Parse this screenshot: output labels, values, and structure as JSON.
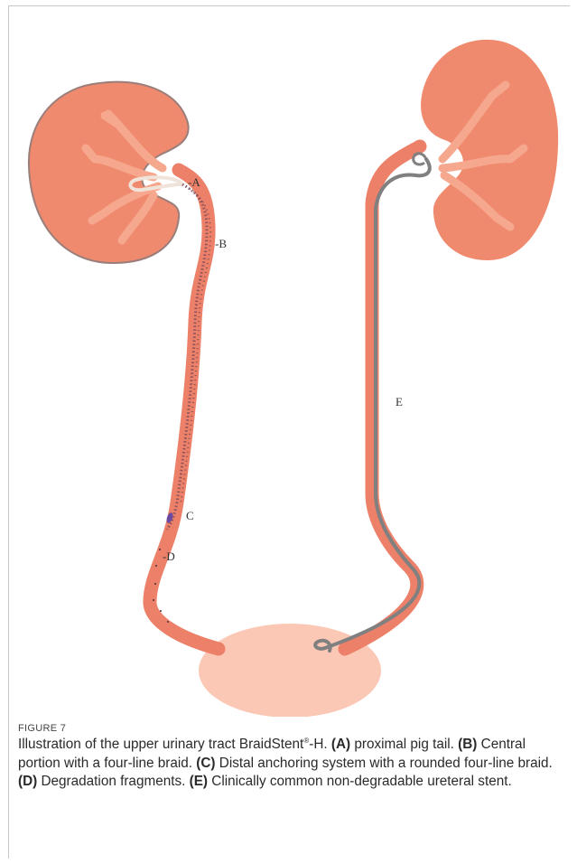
{
  "figure": {
    "labels": {
      "a": "-A",
      "b": "-B",
      "c": "C",
      "d": "-D",
      "e": "E"
    },
    "colors": {
      "kidney": "#f08a6e",
      "kidney_outline": "#9a7e7a",
      "ureter": "#ec8068",
      "bladder": "#fcc8b6",
      "stent": "#808080"
    }
  },
  "caption": {
    "figure_number": "FIGURE 7",
    "intro": "Illustration of the upper urinary tract BraidStent",
    "registered": "®",
    "intro_suffix": "-H. ",
    "items": [
      {
        "key": "(A)",
        "text": " proximal pig tail. "
      },
      {
        "key": "(B)",
        "text": " Central portion with a four-line braid. "
      },
      {
        "key": "(C)",
        "text": " Distal anchoring system with a rounded four-line braid. "
      },
      {
        "key": "(D)",
        "text": " Degradation fragments. "
      },
      {
        "key": "(E)",
        "text": " Clinically common non-degradable ureteral stent."
      }
    ]
  }
}
